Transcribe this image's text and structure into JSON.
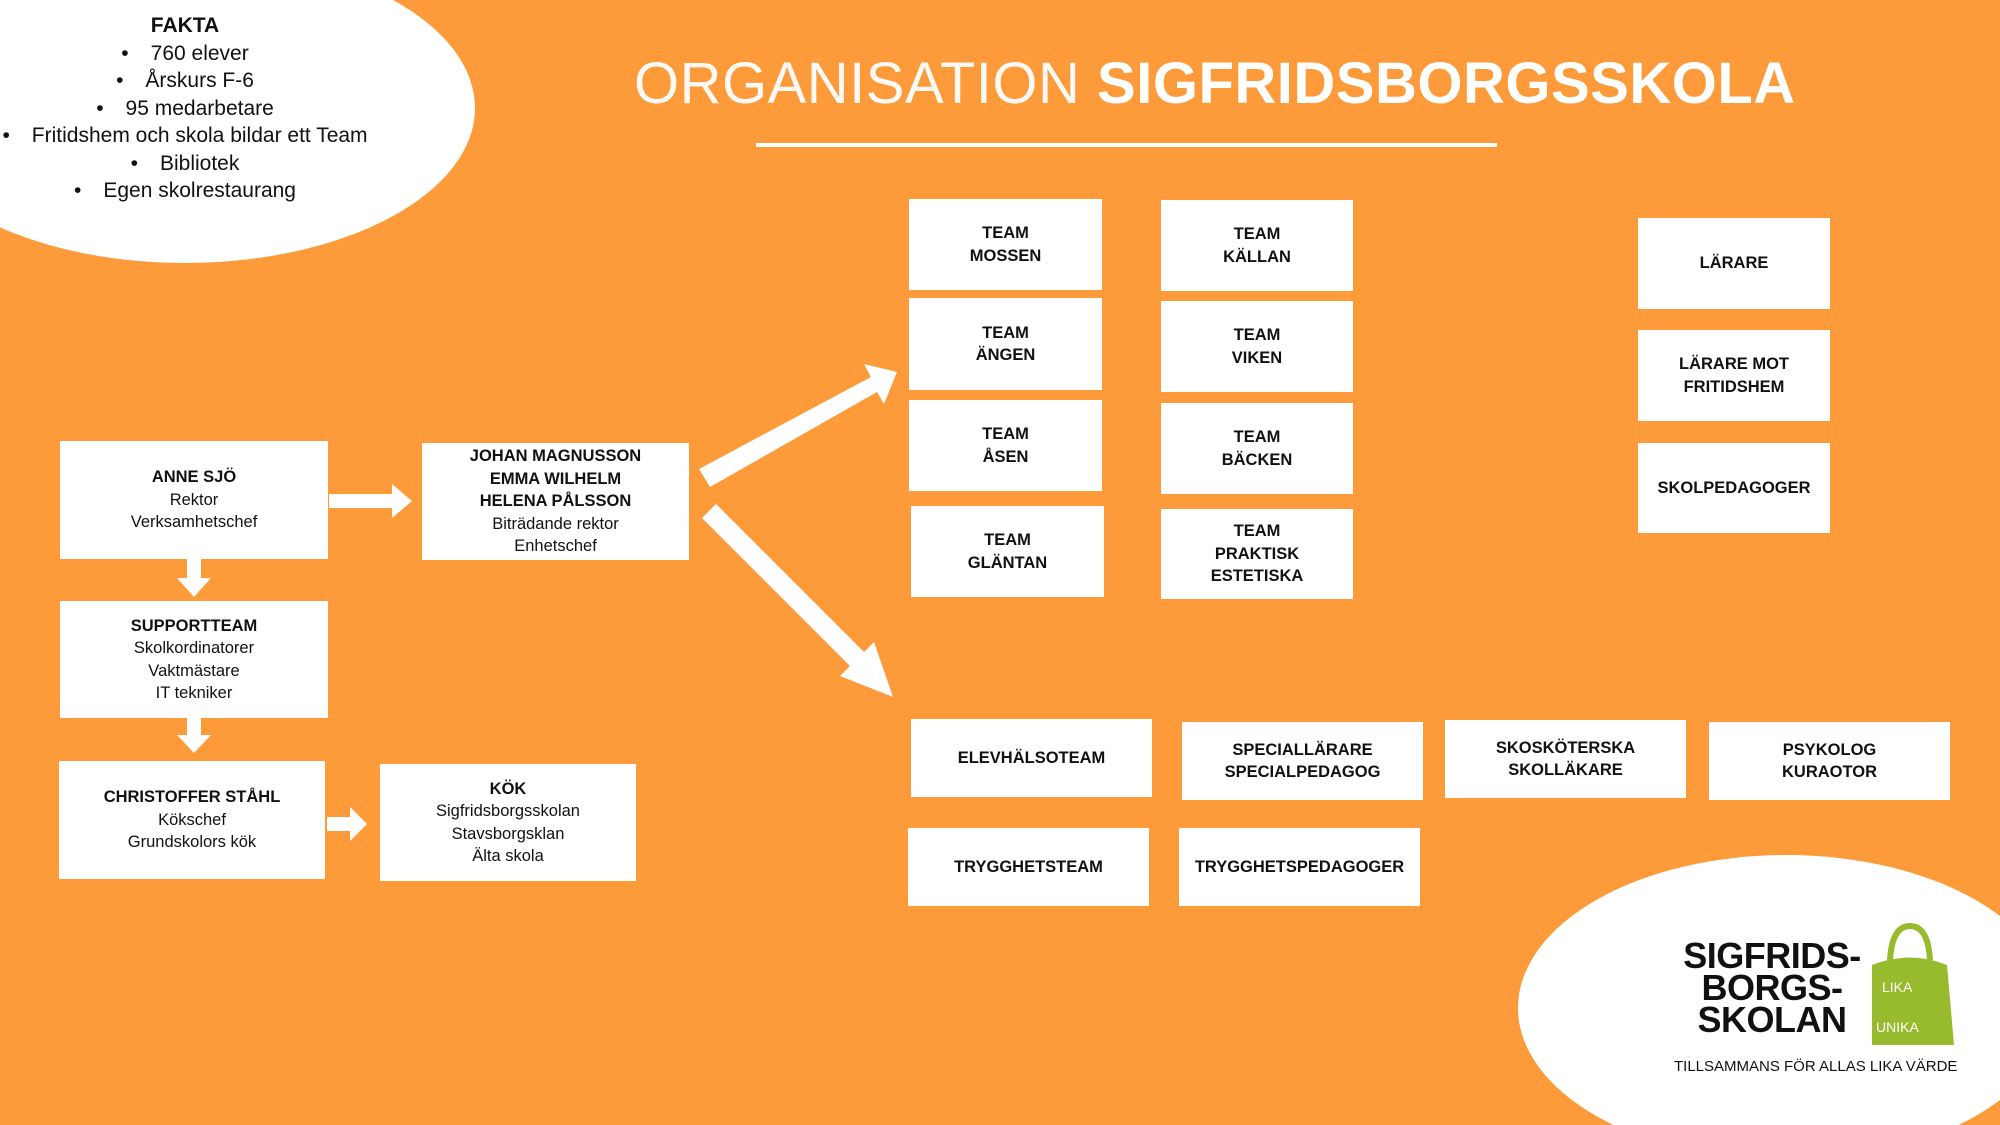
{
  "facts": {
    "heading": "FAKTA",
    "items": [
      "760 elever",
      "Årskurs F-6",
      "95 medarbetare",
      "Fritidshem och skola bildar ett Team",
      "Bibliotek",
      "Egen skolrestaurang"
    ]
  },
  "title": {
    "light": "ORGANISATION",
    "bold": "SIGFRIDSBORGSSKOLA"
  },
  "boxes": {
    "rektor": {
      "name": "ANNE SJÖ",
      "lines": [
        "Rektor",
        "Verksamhetschef"
      ]
    },
    "bitr": {
      "names": [
        "JOHAN MAGNUSSON",
        "EMMA WILHELM",
        "HELENA PÅLSSON"
      ],
      "lines": [
        "Biträdande rektor",
        "Enhetschef"
      ]
    },
    "support": {
      "name": "SUPPORTTEAM",
      "lines": [
        "Skolkordinatorer",
        "Vaktmästare",
        "IT tekniker"
      ]
    },
    "kokchef": {
      "name": "CHRISTOFFER STÅHL",
      "lines": [
        "Kökschef",
        "Grundskolors kök"
      ]
    },
    "kok": {
      "name": "KÖK",
      "lines": [
        "Sigfridsborgsskolan",
        "Stavsborgsklan",
        "Älta skola"
      ]
    }
  },
  "teams": [
    [
      "TEAM",
      "MOSSEN"
    ],
    [
      "TEAM",
      "ÄNGEN"
    ],
    [
      "TEAM",
      "ÅSEN"
    ],
    [
      "TEAM",
      "GLÄNTAN"
    ],
    [
      "TEAM",
      "KÄLLAN"
    ],
    [
      "TEAM",
      "VIKEN"
    ],
    [
      "TEAM",
      "BÄCKEN"
    ],
    [
      "TEAM",
      "PRAKTISK",
      "ESTETISKA"
    ]
  ],
  "staff": [
    [
      "LÄRARE"
    ],
    [
      "LÄRARE MOT",
      "FRITIDSHEM"
    ],
    [
      "SKOLPEDAGOGER"
    ]
  ],
  "health": [
    [
      "ELEVHÄLSOTEAM"
    ],
    [
      "SPECIALLÄRARE",
      "SPECIALPEDAGOG"
    ],
    [
      "SKOSKÖTERSKA",
      "SKOLLÄKARE"
    ],
    [
      "PSYKOLOG",
      "KURAOTOR"
    ],
    [
      "TRYGGHETSTEAM"
    ],
    [
      "TRYGGHETSPEDAGOGER"
    ]
  ],
  "logo": {
    "lines": [
      "SIGFRIDS-",
      "BORGS-",
      "SKOLAN"
    ],
    "bag_top": "LIKA",
    "bag_bottom": "UNIKA",
    "tagline": "TILLSAMMANS FÖR ALLAS LIKA VÄRDE"
  },
  "colors": {
    "background": "#FD9A3A",
    "logo_green": "#97BB2C"
  }
}
